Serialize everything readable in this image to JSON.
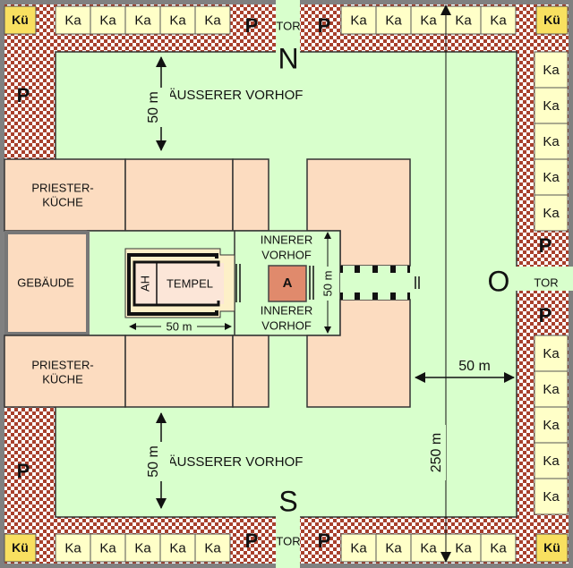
{
  "directions": {
    "north": "N",
    "south": "S",
    "east": "O"
  },
  "gate_label": "TOR",
  "outer_court_label": "ÄUSSERER VORHOF",
  "inner_court_label_line1": "INNERER",
  "inner_court_label_line2": "VORHOF",
  "priest_kitchen_line1": "PRIESTER-",
  "priest_kitchen_line2": "KÜCHE",
  "building_label": "GEBÄUDE",
  "temple_label": "TEMPEL",
  "holy_of_holies_label": "AH",
  "altar_label": "A",
  "pillar_label": "P",
  "kitchen_label": "Kü",
  "chamber_label": "Ka",
  "chamber_groups": {
    "north_left": [
      "Ka",
      "Ka",
      "Ka",
      "Ka",
      "Ka"
    ],
    "north_right": [
      "Ka",
      "Ka",
      "Ka",
      "Ka",
      "Ka"
    ],
    "east_upper": [
      "Ka",
      "Ka",
      "Ka",
      "Ka",
      "Ka"
    ],
    "east_lower": [
      "Ka",
      "Ka",
      "Ka",
      "Ka",
      "Ka"
    ],
    "south_left": [
      "Ka",
      "Ka",
      "Ka",
      "Ka",
      "Ka"
    ],
    "south_right": [
      "Ka",
      "Ka",
      "Ka",
      "Ka",
      "Ka"
    ]
  },
  "dimensions": {
    "north_court_depth": "50 m",
    "south_court_depth": "50 m",
    "east_court_depth": "50 m",
    "temple_length": "50 m",
    "inner_court_width": "50 m",
    "total_length": "250 m"
  },
  "colors": {
    "court_green": "#d8ffcc",
    "room_peach": "#fcdcc0",
    "chamber_yellow": "#ffffc8",
    "kitchen_yellow": "#f8e060",
    "altar": "#e08a6c",
    "pavement_red": "#a8402c",
    "frame_gray": "#808080"
  }
}
